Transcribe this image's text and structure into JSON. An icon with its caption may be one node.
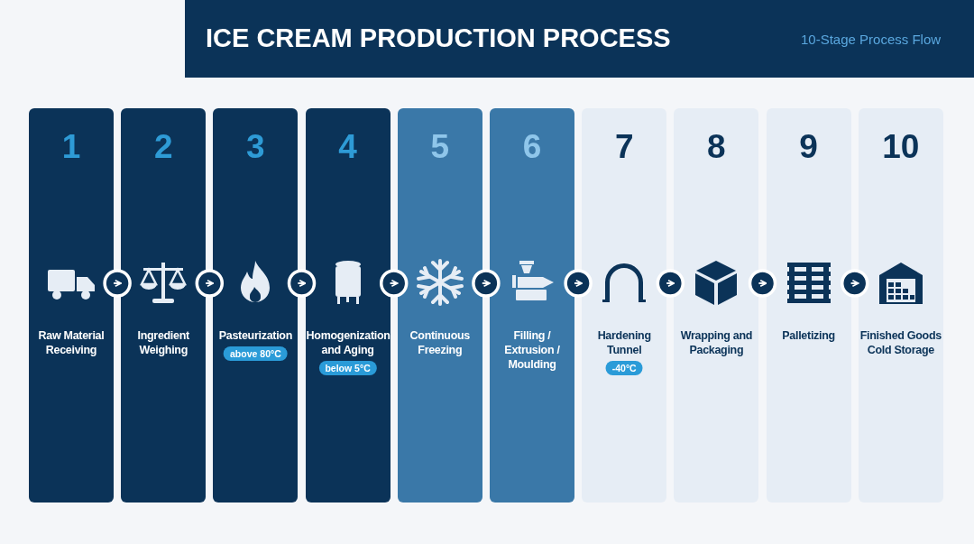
{
  "diagram": {
    "title": "ICE CREAM PRODUCTION PROCESS",
    "nodes": [
      {
        "text": [
          "1",
          "Raw Material Receiving"
        ]
      },
      {
        "text": [
          "2",
          "Ingredient Weighing"
        ]
      },
      {
        "text": [
          "3",
          "Pasteurization",
          "above 80°C"
        ]
      },
      {
        "text": [
          "4",
          "Homogenization and Aging",
          "below 5°C"
        ]
      },
      {
        "text": [
          "5",
          "Continuous Freezing"
        ]
      },
      {
        "text": [
          "6",
          "Filling / Extrusion / Moulding"
        ]
      },
      {
        "text": [
          "7",
          "Hardening Tunnel",
          "-40°C"
        ]
      },
      {
        "text": [
          "8",
          "Wrapping and Packaging"
        ]
      },
      {
        "text": [
          "9",
          "Palletizing"
        ]
      },
      {
        "text": [
          "10",
          "Finished Goods Cold Storage"
        ]
      }
    ],
    "edges": [
      {
        "from": 0,
        "to": 1,
        "arrow": "to"
      },
      {
        "from": 1,
        "to": 2,
        "arrow": "to"
      },
      {
        "from": 2,
        "to": 3,
        "arrow": "to"
      },
      {
        "from": 3,
        "to": 4,
        "arrow": "to"
      },
      {
        "from": 4,
        "to": 5,
        "arrow": "to"
      },
      {
        "from": 5,
        "to": 6,
        "arrow": "to"
      },
      {
        "from": 6,
        "to": 7,
        "arrow": "to"
      },
      {
        "from": 7,
        "to": 8,
        "arrow": "to"
      },
      {
        "from": 8,
        "to": 9,
        "arrow": "to"
      }
    ],
    "labels": [
      "10-Stage Process Flow"
    ]
  }
}
